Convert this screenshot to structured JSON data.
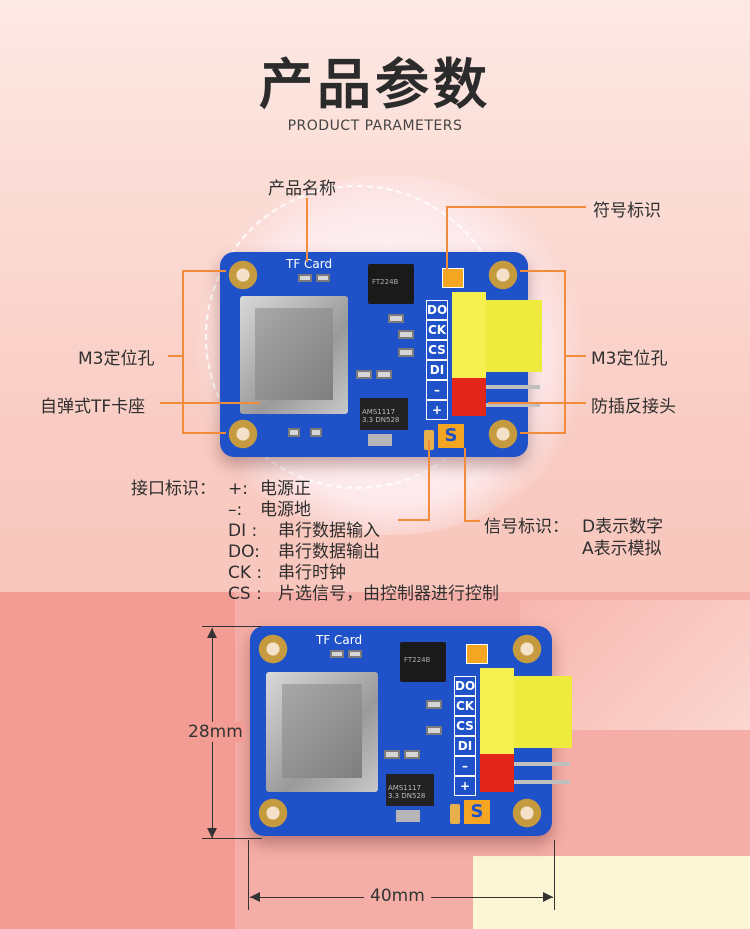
{
  "header": {
    "title": "产品参数",
    "subtitle": "PRODUCT PARAMETERS"
  },
  "callouts": {
    "product_name": "产品名称",
    "symbol_mark": "符号标识",
    "m3_left": "M3定位孔",
    "m3_right": "M3定位孔",
    "card_socket": "自弹式TF卡座",
    "anti_reverse": "防插反接头"
  },
  "interface": {
    "heading": "接口标识：",
    "items": [
      {
        "key": "+:",
        "desc": "电源正"
      },
      {
        "key": "–:",
        "desc": "电源地"
      },
      {
        "key": "DI :",
        "desc": "串行数据输入"
      },
      {
        "key": "DO:",
        "desc": "串行数据输出"
      },
      {
        "key": "CK :",
        "desc": "串行时钟"
      },
      {
        "key": "CS :",
        "desc": "片选信号，由控制器进行控制"
      }
    ]
  },
  "signal": {
    "heading": "信号标识：",
    "line1": "D表示数字",
    "line2": "A表示模拟"
  },
  "board": {
    "silk_title": "TF Card",
    "pins": [
      "DO",
      "CK",
      "CS",
      "DI",
      "–",
      "+"
    ],
    "signal_letter": "S",
    "chip_text": "FT224B",
    "regulator_text": "AMS1117 3.3 DN528"
  },
  "dimensions": {
    "height": "28mm",
    "width": "40mm"
  },
  "colors": {
    "pcb": "#1f52c9",
    "leader_line": "#f08c3a",
    "connector_yellow": "#f5f050",
    "connector_red": "#e3261a"
  }
}
